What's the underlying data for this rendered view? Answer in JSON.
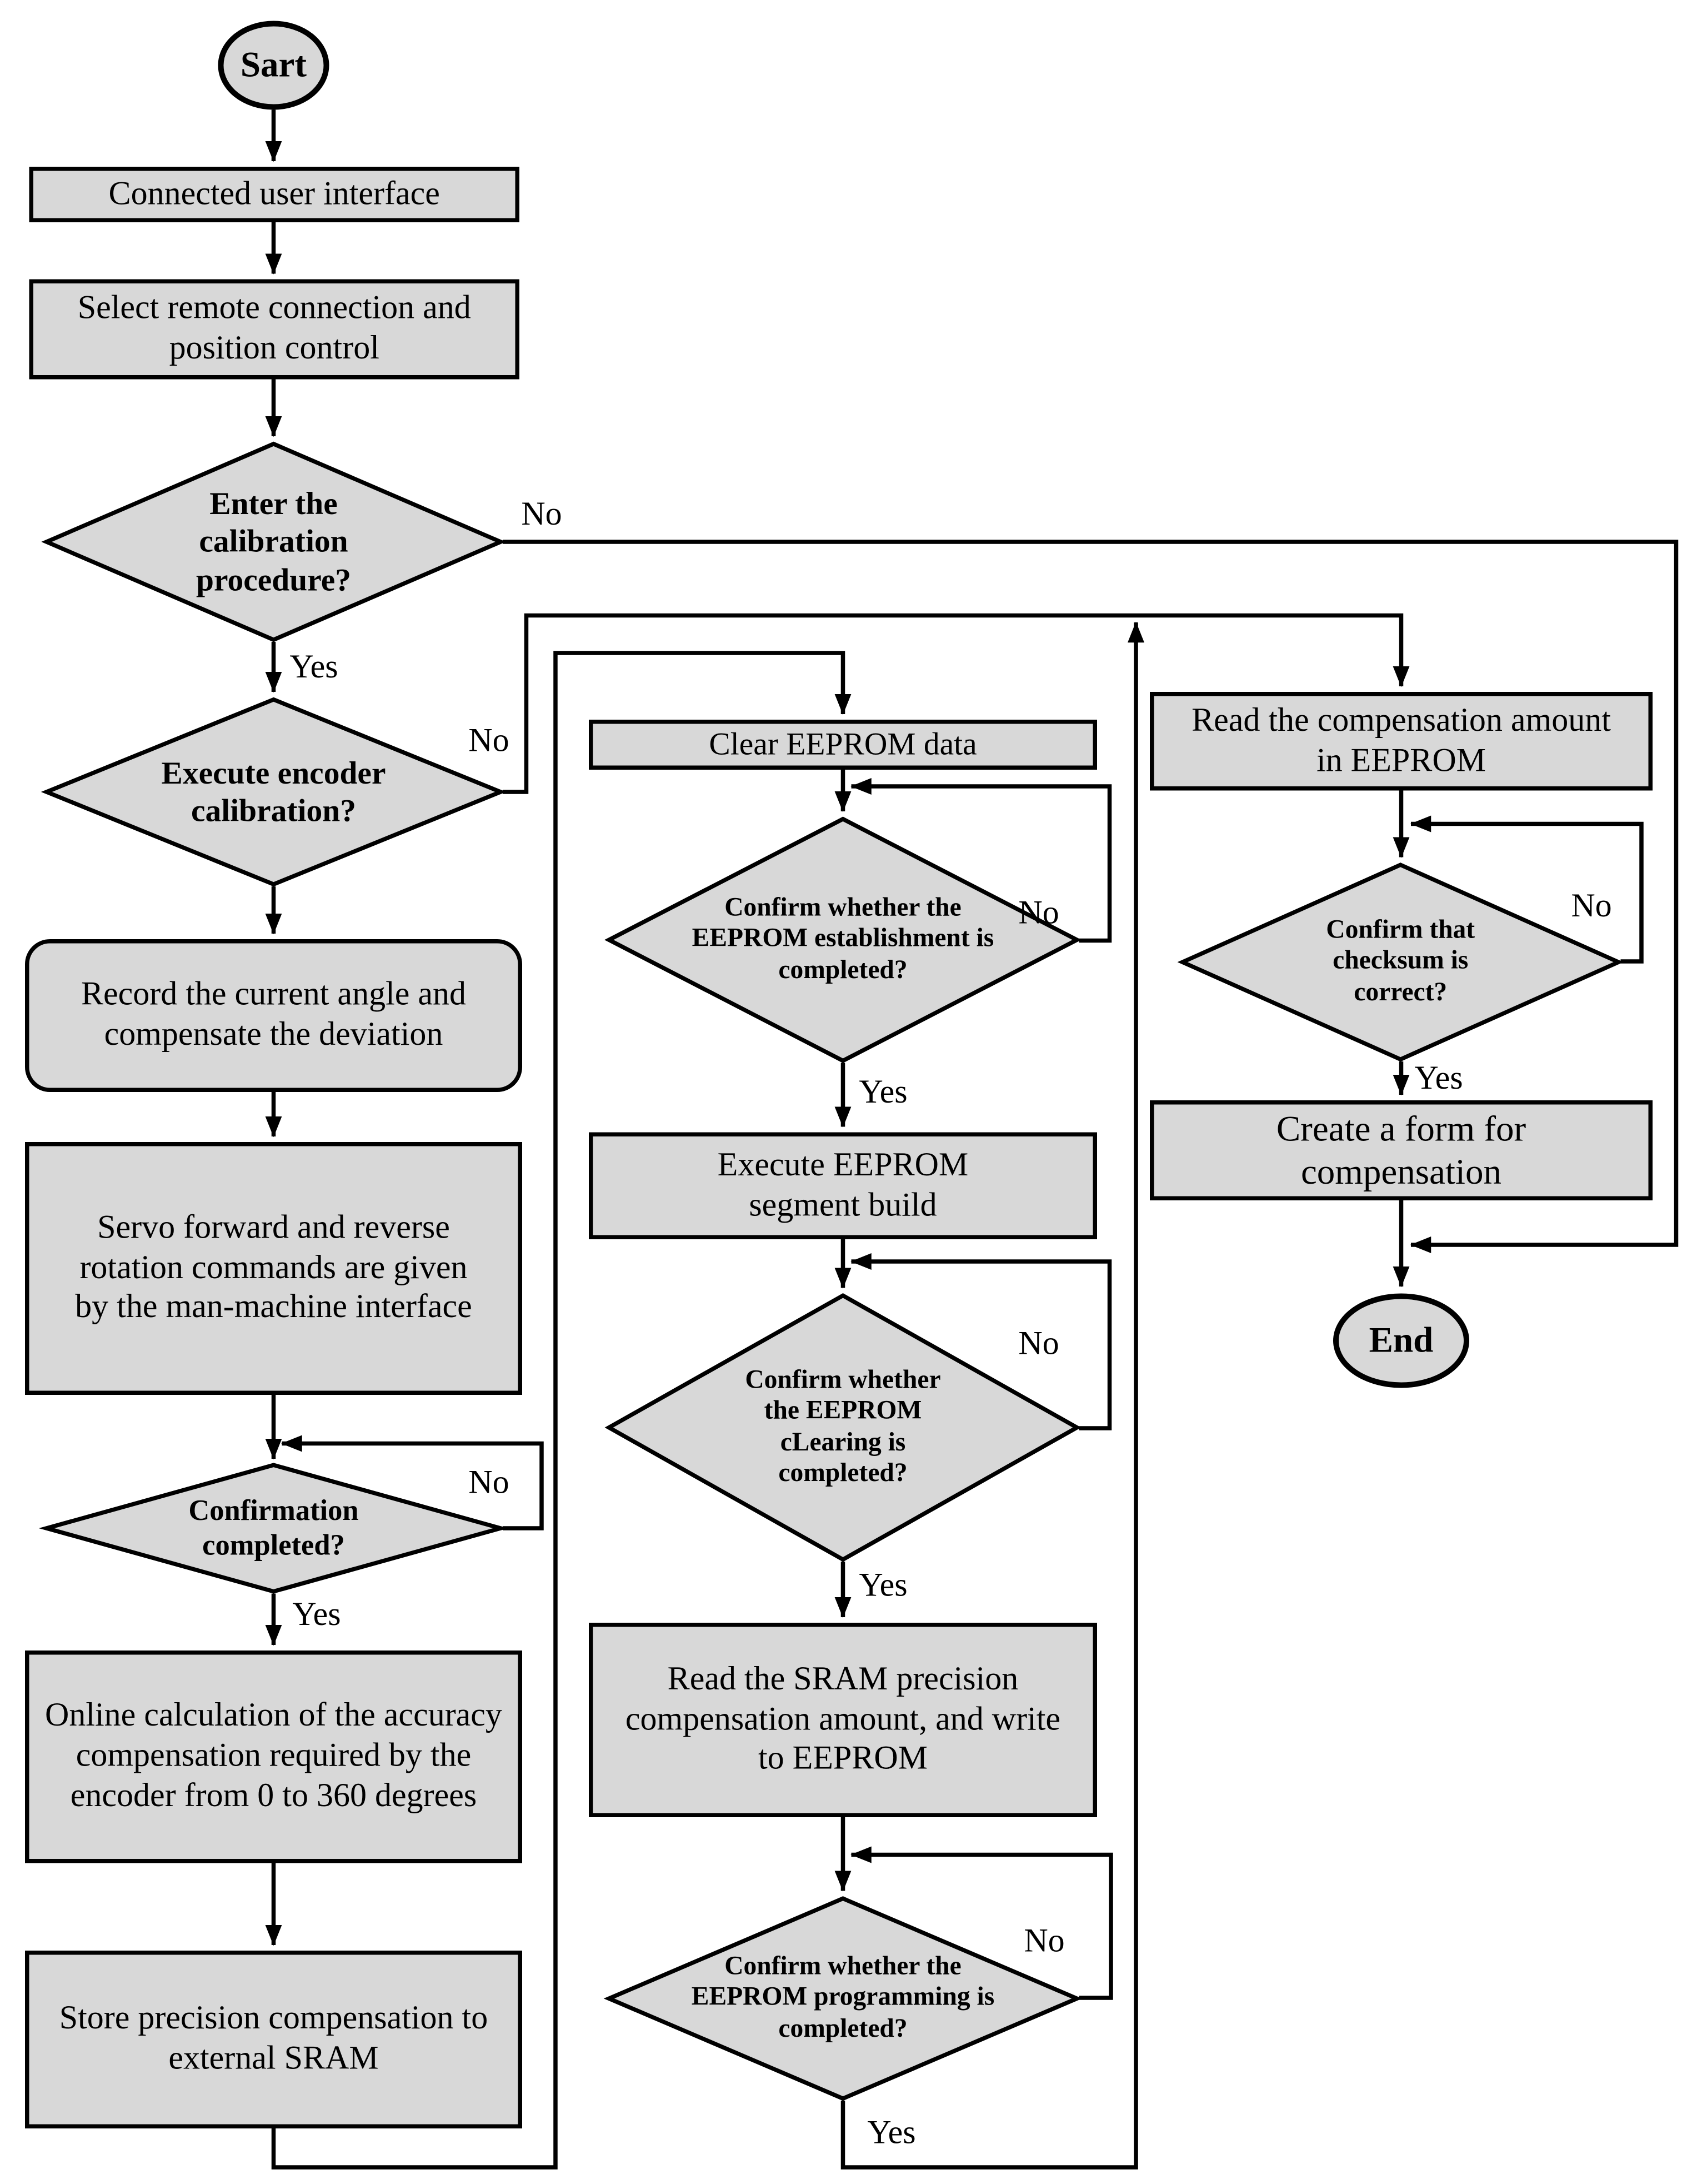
{
  "colors": {
    "node_fill": "#d8d8d8",
    "node_stroke": "#000000",
    "wire": "#000000",
    "text": "#000000",
    "background": "#ffffff"
  },
  "nodes": {
    "start": {
      "label": "Sart",
      "type": "terminator"
    },
    "connected_ui": {
      "label": "Connected user interface",
      "type": "process"
    },
    "select_remote": {
      "label": "Select remote connection and position control",
      "type": "process"
    },
    "enter_calibration": {
      "label": "Enter the calibration procedure?",
      "type": "decision"
    },
    "execute_encoder": {
      "label": "Execute encoder calibration?",
      "type": "decision"
    },
    "record_angle": {
      "label": "Record the current angle and compensate the deviation",
      "type": "process"
    },
    "servo_commands": {
      "label": "Servo forward and reverse rotation commands are given by the man-machine interface",
      "type": "process"
    },
    "confirmation_completed": {
      "label": "Confirmation completed?",
      "type": "decision"
    },
    "online_calculation": {
      "label": "Online calculation of the accuracy compensation required by the encoder from 0 to 360 degrees",
      "type": "process"
    },
    "store_precision": {
      "label": "Store precision compensation to external SRAM",
      "type": "process"
    },
    "clear_eeprom": {
      "label": "Clear EEPROM data",
      "type": "process"
    },
    "eeprom_establishment": {
      "label": "Confirm whether the EEPROM establishment is completed?",
      "type": "decision"
    },
    "segment_build": {
      "label": "Execute EEPROM segment build",
      "type": "process"
    },
    "eeprom_clearing": {
      "label": "Confirm whether the EEPROM cLearing is completed?",
      "type": "decision"
    },
    "read_sram": {
      "label": "Read the SRAM precision compensation amount, and write to EEPROM",
      "type": "process"
    },
    "eeprom_programming": {
      "label": "Confirm whether the EEPROM programming is completed?",
      "type": "decision"
    },
    "read_compensation": {
      "label": "Read the compensation amount in EEPROM",
      "type": "process"
    },
    "checksum_correct": {
      "label": "Confirm that checksum is correct?",
      "type": "decision"
    },
    "create_form": {
      "label": "Create a form for compensation",
      "type": "process"
    },
    "end": {
      "label": "End",
      "type": "terminator"
    }
  },
  "edge_labels": {
    "enter_yes": "Yes",
    "enter_no": "No",
    "encoder_no": "No",
    "confirmation_no": "No",
    "confirmation_yes": "Yes",
    "establishment_no": "No",
    "establishment_yes": "Yes",
    "clearing_no": "No",
    "clearing_yes": "Yes",
    "programming_no": "No",
    "programming_yes": "Yes",
    "checksum_no": "No",
    "checksum_yes": "Yes"
  }
}
